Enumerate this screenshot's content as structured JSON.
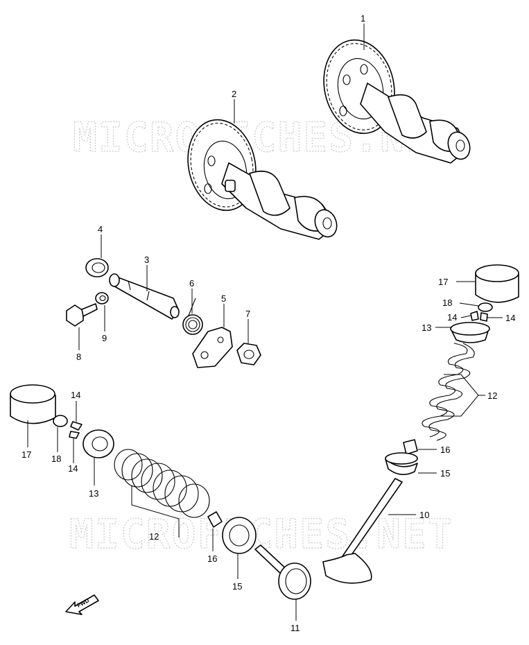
{
  "watermark": "MICROFICHES.NET",
  "fwd_label": "FWD",
  "callouts": {
    "c1": "1",
    "c2": "2",
    "c3": "3",
    "c4": "4",
    "c5": "5",
    "c6": "6",
    "c7": "7",
    "c8": "8",
    "c9": "9",
    "c10": "10",
    "c11": "11",
    "c12a": "12",
    "c12b": "12",
    "c13a": "13",
    "c13b": "13",
    "c14a": "14",
    "c14b": "14",
    "c14c": "14",
    "c14d": "14",
    "c15a": "15",
    "c15b": "15",
    "c16a": "16",
    "c16b": "16",
    "c17a": "17",
    "c17b": "17",
    "c18a": "18",
    "c18b": "18"
  }
}
